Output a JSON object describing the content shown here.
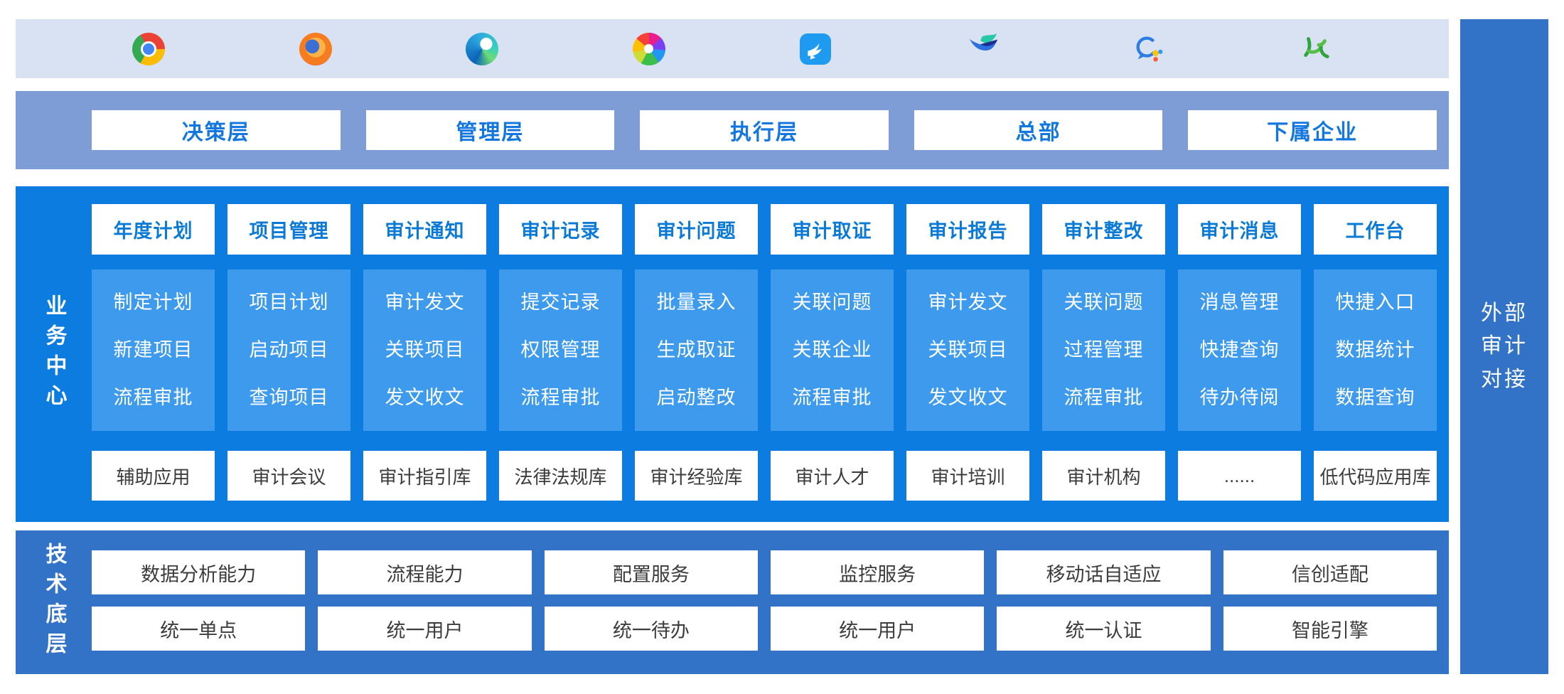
{
  "colors": {
    "client_band_bg": "#D8E2F3",
    "layer_band_bg": "#7E9CD6",
    "business_bg": "#0C7CE0",
    "module_box_bg": "#3E9AEC",
    "tech_bg": "#3272C7",
    "external_bar_bg": "#3272C7",
    "accent_text_blue": "#1477E0",
    "neutral_text": "#3C3C3C"
  },
  "client_bar": {
    "icons": [
      {
        "name": "chrome-icon"
      },
      {
        "name": "firefox-icon"
      },
      {
        "name": "edge-icon"
      },
      {
        "name": "browser-360-icon"
      },
      {
        "name": "dingtalk-icon"
      },
      {
        "name": "bluebird-app-icon"
      },
      {
        "name": "wechat-work-icon"
      },
      {
        "name": "green-app-icon"
      }
    ]
  },
  "user_layers": [
    "决策层",
    "管理层",
    "执行层",
    "总部",
    "下属企业"
  ],
  "business_center": {
    "label": "业务中心",
    "modules": [
      {
        "title": "年度计划",
        "items": [
          "制定计划",
          "新建项目",
          "流程审批"
        ]
      },
      {
        "title": "项目管理",
        "items": [
          "项目计划",
          "启动项目",
          "查询项目"
        ]
      },
      {
        "title": "审计通知",
        "items": [
          "审计发文",
          "关联项目",
          "发文收文"
        ]
      },
      {
        "title": "审计记录",
        "items": [
          "提交记录",
          "权限管理",
          "流程审批"
        ]
      },
      {
        "title": "审计问题",
        "items": [
          "批量录入",
          "生成取证",
          "启动整改"
        ]
      },
      {
        "title": "审计取证",
        "items": [
          "关联问题",
          "关联企业",
          "流程审批"
        ]
      },
      {
        "title": "审计报告",
        "items": [
          "审计发文",
          "关联项目",
          "发文收文"
        ]
      },
      {
        "title": "审计整改",
        "items": [
          "关联问题",
          "过程管理",
          "流程审批"
        ]
      },
      {
        "title": "审计消息",
        "items": [
          "消息管理",
          "快捷查询",
          "待办待阅"
        ]
      },
      {
        "title": "工作台",
        "items": [
          "快捷入口",
          "数据统计",
          "数据查询"
        ]
      }
    ],
    "auxiliary": [
      "辅助应用",
      "审计会议",
      "审计指引库",
      "法律法规库",
      "审计经验库",
      "审计人才",
      "审计培训",
      "审计机构",
      "......",
      "低代码应用库"
    ]
  },
  "tech_base": {
    "label": "技术底层",
    "row1": [
      "数据分析能力",
      "流程能力",
      "配置服务",
      "监控服务",
      "移动话自适应",
      "信创适配"
    ],
    "row2": [
      "统一单点",
      "统一用户",
      "统一待办",
      "统一用户",
      "统一认证",
      "智能引擎"
    ]
  },
  "external_bar": {
    "text": "外部\n审计\n对接"
  }
}
